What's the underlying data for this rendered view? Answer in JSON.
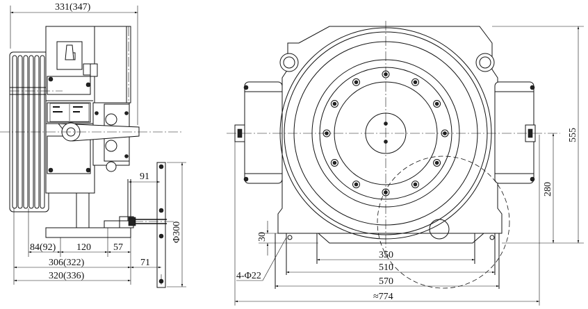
{
  "side_view": {
    "dim_total_width": "331(347)",
    "dim_axis_to_edge": "91",
    "dim_pulley_offset": "84(92)",
    "dim_base_120": "120",
    "dim_base_57": "57",
    "dim_306": "306(322)",
    "dim_71": "71",
    "dim_320": "320(336)",
    "dim_rope_diameter": "Φ300"
  },
  "front_view": {
    "dim_height": "555",
    "dim_axis_height": "280",
    "dim_base_thickness": "30",
    "dim_350": "350",
    "dim_510": "510",
    "dim_570": "570",
    "dim_774": "≈774",
    "dim_holes": "4-Φ22"
  },
  "icons": {
    "nameplate": "nameplate-icon",
    "lifting_eye": "lifting-eye-icon",
    "bolt": "bolt-icon",
    "arrow": "dimension-arrow-icon"
  }
}
